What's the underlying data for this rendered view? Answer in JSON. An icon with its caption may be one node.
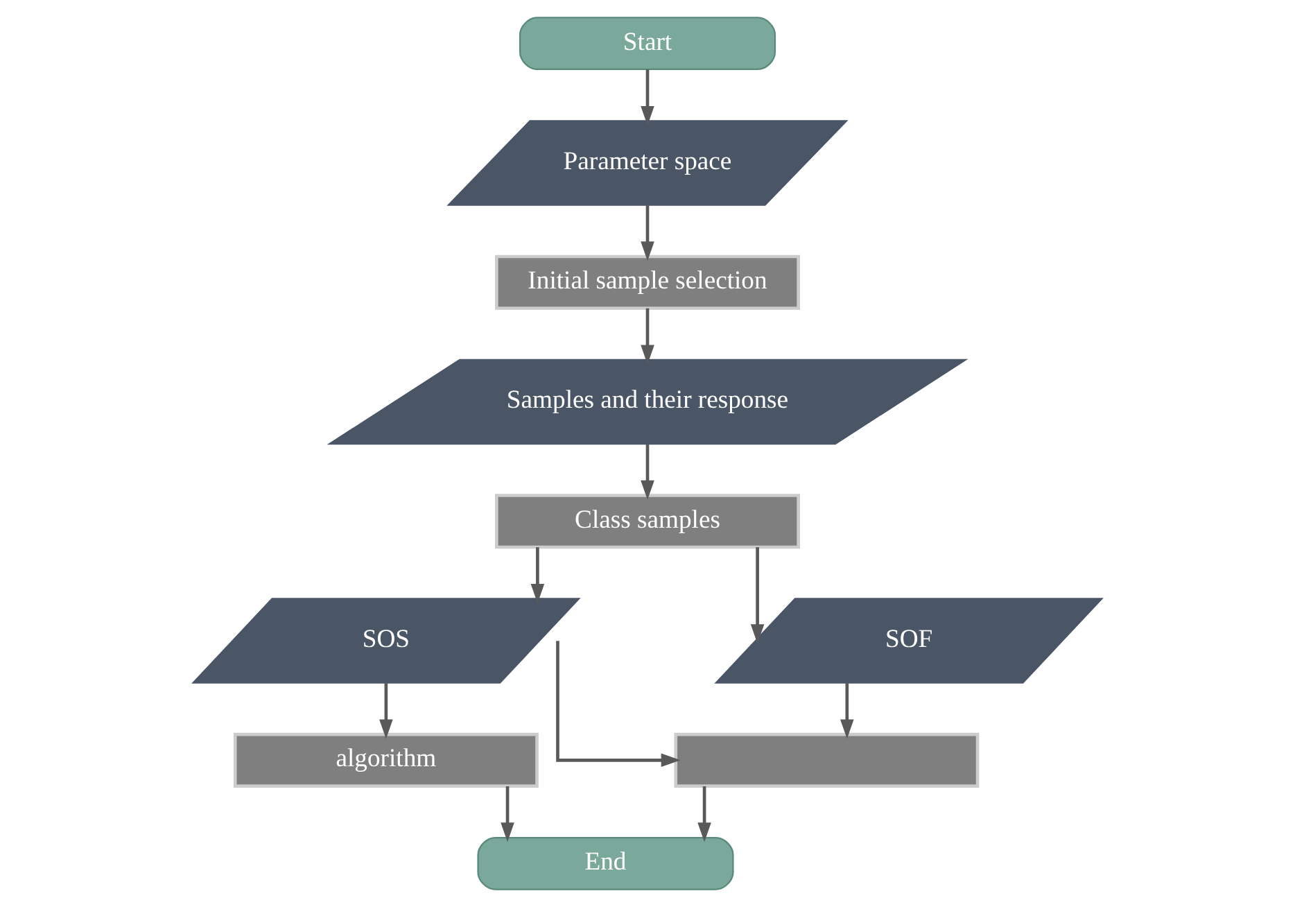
{
  "diagram": {
    "nodes": [
      {
        "text": [
          "Start"
        ]
      },
      {
        "text": [
          "Parameter space"
        ]
      },
      {
        "text": [
          "Initial sample selection"
        ]
      },
      {
        "text": [
          "Samples and their response"
        ]
      },
      {
        "text": [
          "Class samples"
        ]
      },
      {
        "text": [
          "SOS"
        ]
      },
      {
        "text": [
          "SOF"
        ]
      },
      {
        "text": [
          "algorithm"
        ]
      },
      {
        "text": [],
        "shape": "box"
      },
      {
        "text": [
          "End"
        ]
      }
    ],
    "edges": [
      {
        "from": 0,
        "to": 1,
        "arrow": "to"
      },
      {
        "from": 1,
        "to": 2,
        "arrow": "to"
      },
      {
        "from": 2,
        "to": 3,
        "arrow": "to"
      },
      {
        "from": 3,
        "to": 4,
        "arrow": "to"
      },
      {
        "from": 4,
        "to": 5,
        "arrow": "to"
      },
      {
        "from": 4,
        "to": 6,
        "arrow": "to"
      },
      {
        "from": 5,
        "to": 7,
        "arrow": "to"
      },
      {
        "from": 5,
        "to": 8,
        "arrow": "to"
      },
      {
        "from": 6,
        "to": 8,
        "arrow": "to"
      },
      {
        "from": 7,
        "to": 9,
        "arrow": "to"
      },
      {
        "from": 8,
        "to": 9,
        "arrow": "to"
      }
    ]
  }
}
